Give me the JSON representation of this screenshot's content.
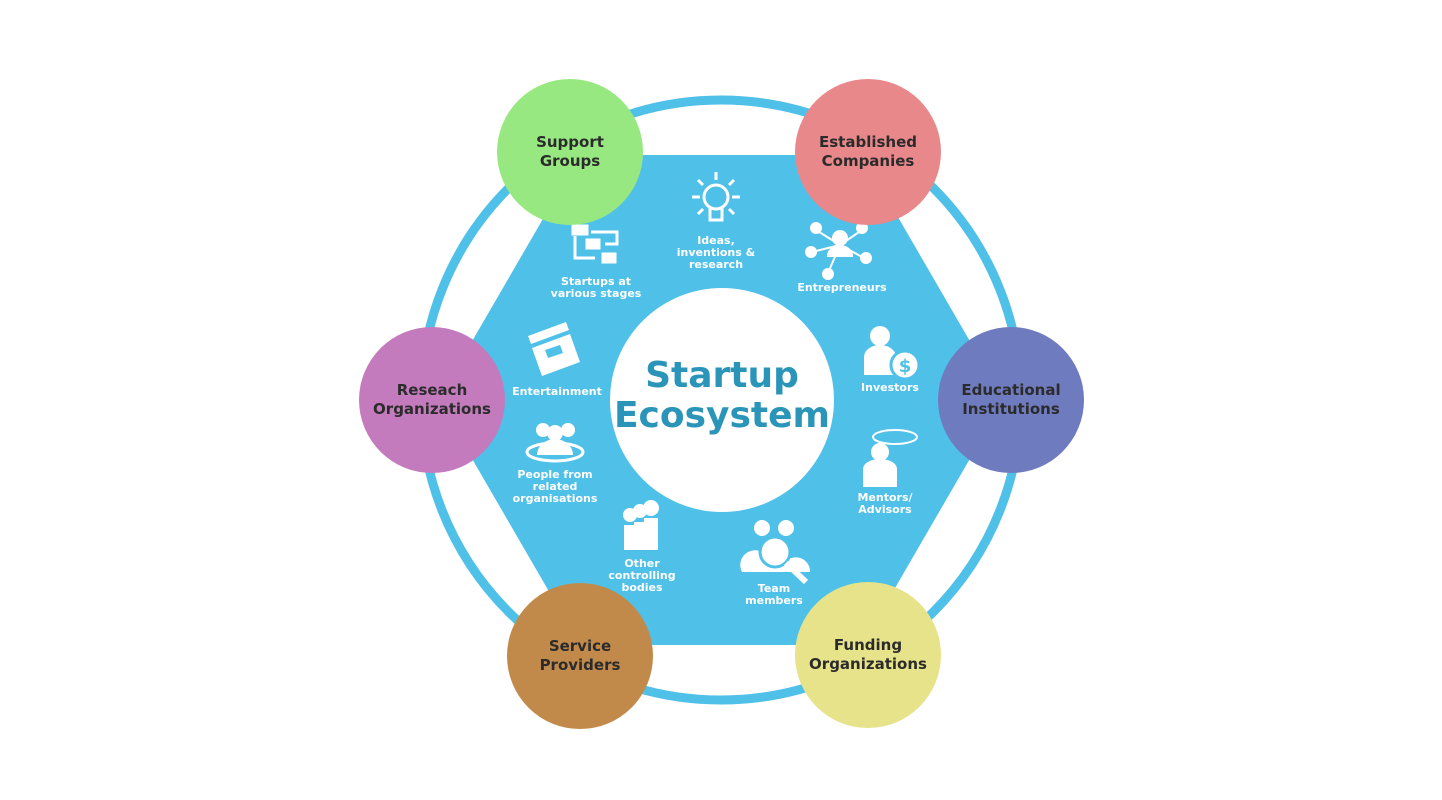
{
  "title": "Startup\nEcosystem",
  "colors": {
    "ring": "#4fc0e8",
    "hexagon": "#4fc0e8",
    "title": "#2a95b8"
  },
  "outer_nodes": [
    {
      "label": "Support\nGroups",
      "color": "#98e882"
    },
    {
      "label": "Established\nCompanies",
      "color": "#e8888a"
    },
    {
      "label": "Educational\nInstitutions",
      "color": "#6f7bbf"
    },
    {
      "label": "Funding\nOrganizations",
      "color": "#e6e38a"
    },
    {
      "label": "Service\nProviders",
      "color": "#c18a4b"
    },
    {
      "label": "Reseach\nOrganizations",
      "color": "#c47bbe"
    }
  ],
  "inner_items": [
    {
      "label": "Ideas,\ninventions &\nresearch",
      "icon": "lightbulb-icon"
    },
    {
      "label": "Entrepreneurs",
      "icon": "network-person-icon"
    },
    {
      "label": "Investors",
      "icon": "investor-dollar-icon"
    },
    {
      "label": "Mentors/\nAdvisors",
      "icon": "mentor-speech-icon"
    },
    {
      "label": "Team\nmembers",
      "icon": "team-search-icon"
    },
    {
      "label": "Other\ncontrolling\nbodies",
      "icon": "people-row-icon"
    },
    {
      "label": "People from\nrelated\norganisations",
      "icon": "group-icon"
    },
    {
      "label": "Entertainment",
      "icon": "clapperboard-icon"
    },
    {
      "label": "Startups at\nvarious stages",
      "icon": "flowchart-icon"
    }
  ]
}
